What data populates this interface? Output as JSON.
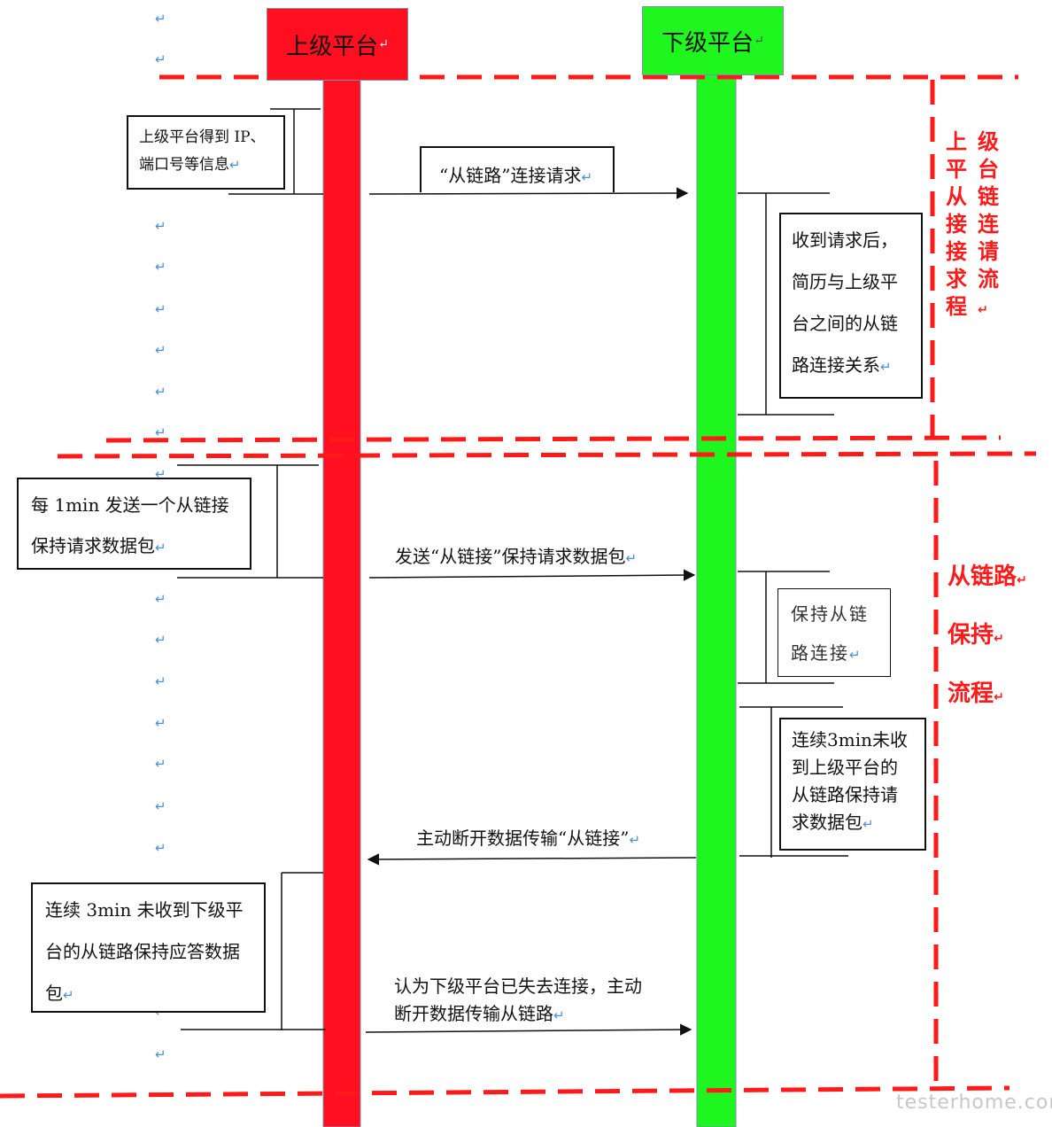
{
  "participants": {
    "upper": {
      "label": "上级平台",
      "color": "#ff0f1f"
    },
    "lower": {
      "label": "下级平台",
      "color": "#1ff51f"
    }
  },
  "paragraph_mark": "↵",
  "sections": {
    "connect": {
      "title": "上级平台从链接连接请求流程"
    },
    "keepalive": {
      "title_lines": [
        "从链路",
        "保持",
        "流程"
      ]
    }
  },
  "notes": {
    "upper_get_ip": "上级平台得到 IP、端口号等信息",
    "lower_on_request": "收到请求后，简历与上级平台之间的从链路连接关系",
    "upper_every_1min": "每 1min 发送一个从链接保持请求数据包",
    "lower_keep": "保持从链路连接",
    "lower_3min": "连续3min未收到上级平台的从链路保持请求数据包",
    "upper_3min": "连续 3min 未收到下级平台的从链路保持应答数据包"
  },
  "messages": {
    "m1": "“从链路”连接请求",
    "m2": "发送“从链接”保持请求数据包",
    "m3": "主动断开数据传输“从链接”",
    "m4_line1": "认为下级平台已失去连接，主动",
    "m4_line2": "断开数据传输从链路"
  },
  "watermark": "testerhome.com",
  "colors": {
    "dash": "#ff1a1a",
    "para_mark": "#4a90d9"
  }
}
